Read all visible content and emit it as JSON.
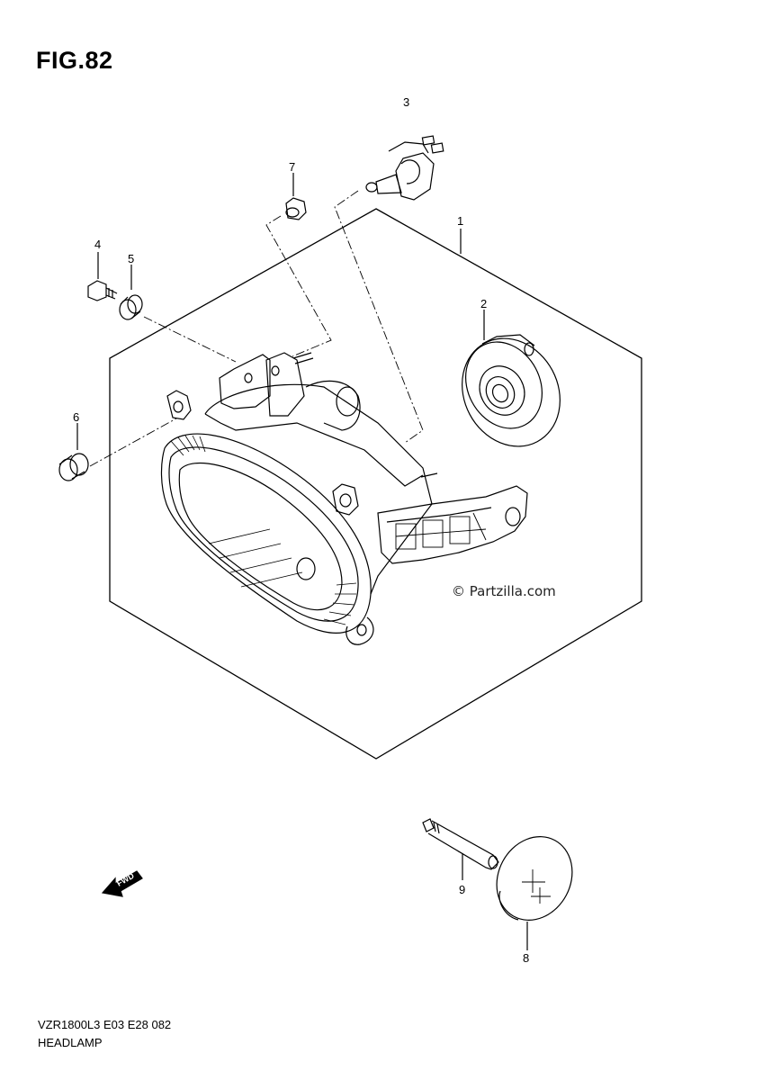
{
  "figure_title": "FIG.82",
  "callouts": {
    "c1": "1",
    "c2": "2",
    "c3": "3",
    "c4": "4",
    "c5": "5",
    "c6": "6",
    "c7": "7",
    "c8": "8",
    "c9": "9"
  },
  "watermark": "© Partzilla.com",
  "fwd_label": "FWD",
  "footer": {
    "model_line": "VZR1800L3  E03  E28  082",
    "section_name": "HEADLAMP"
  }
}
